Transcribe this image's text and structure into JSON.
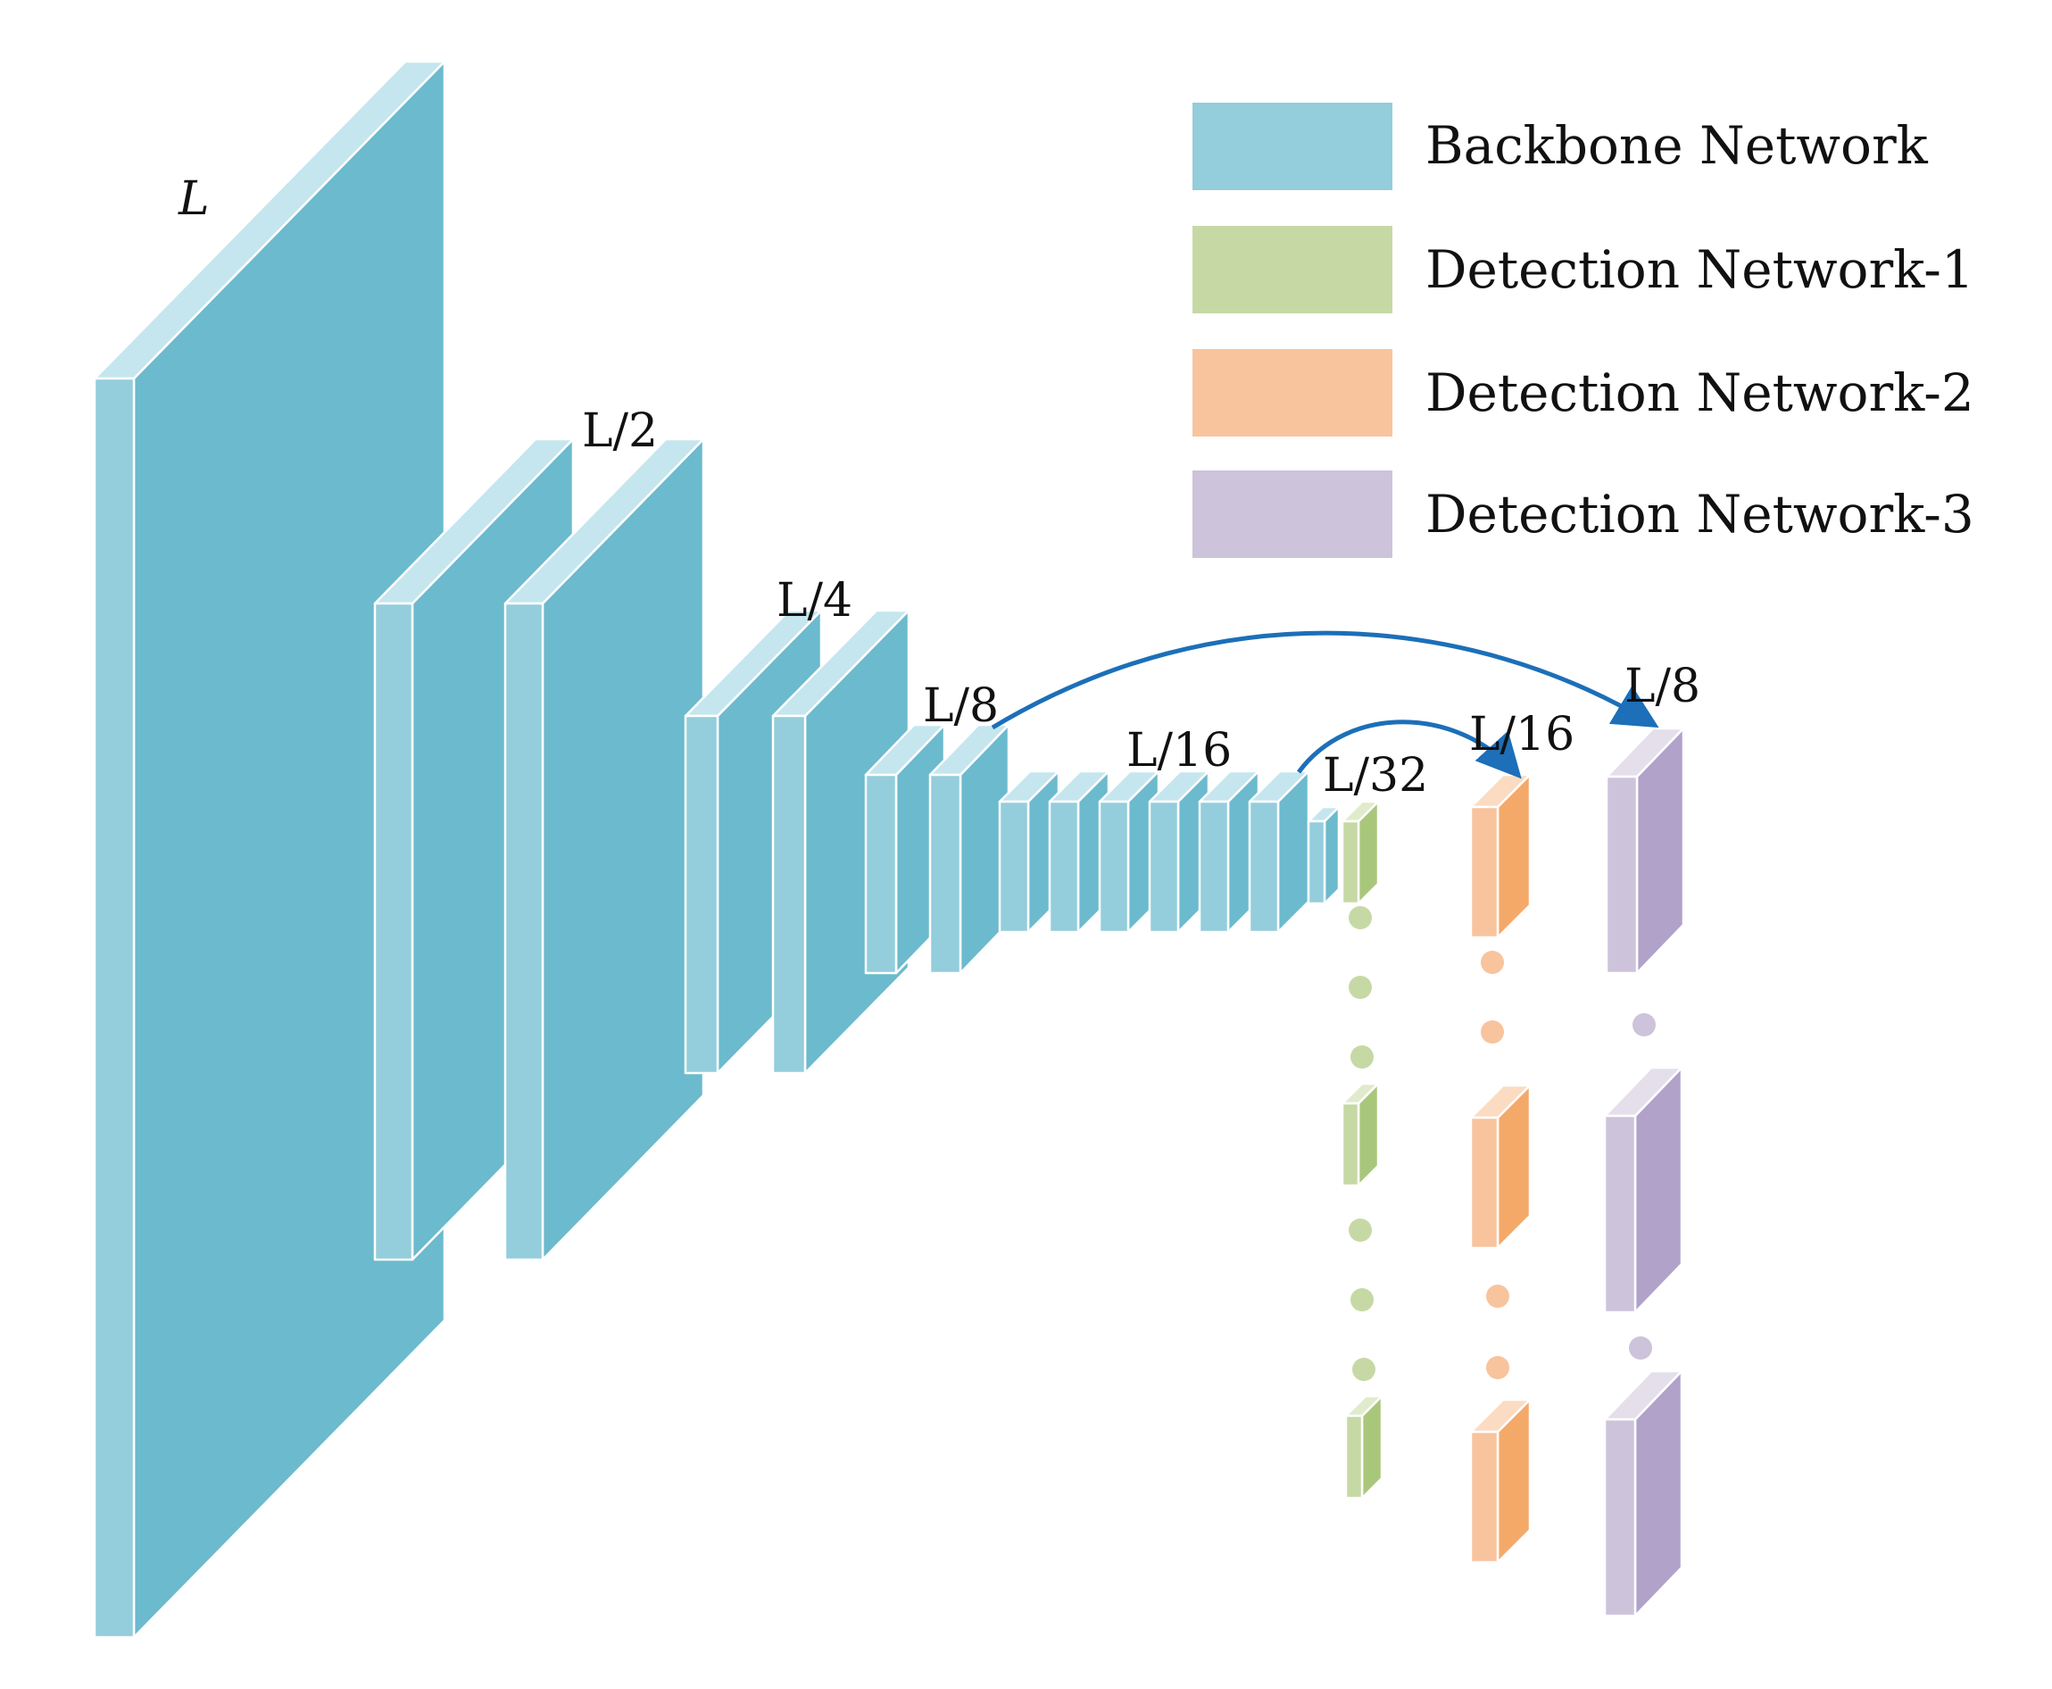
{
  "colors": {
    "backbone_front": "#94cddb",
    "backbone_top": "#c5e6ee",
    "backbone_side": "#6cbacd",
    "det1_front": "#c6d9a5",
    "det1_top": "#dfebca",
    "det1_side": "#a9c77b",
    "det2_front": "#f8c49d",
    "det2_top": "#fbdcc2",
    "det2_side": "#f4a969",
    "det3_front": "#cdc3da",
    "det3_top": "#e4dfeb",
    "det3_side": "#b0a2c9",
    "arrow": "#1c6fb8",
    "dot1": "#c6d9a5",
    "dot2": "#f8c49d",
    "dot3": "#cdc3da"
  },
  "legend": [
    {
      "label": "Backbone Network",
      "color": "#94cddb"
    },
    {
      "label": "Detection Network-1",
      "color": "#c6d9a5"
    },
    {
      "label": "Detection Network-2",
      "color": "#f8c49d"
    },
    {
      "label": "Detection Network-3",
      "color": "#cdc3da"
    }
  ],
  "labels": {
    "l": "L",
    "l2": "L/2",
    "l4": "L/4",
    "l8": "L/8",
    "l16": "L/16",
    "l32": "L/32",
    "d2": "L/16",
    "d3": "L/8"
  }
}
